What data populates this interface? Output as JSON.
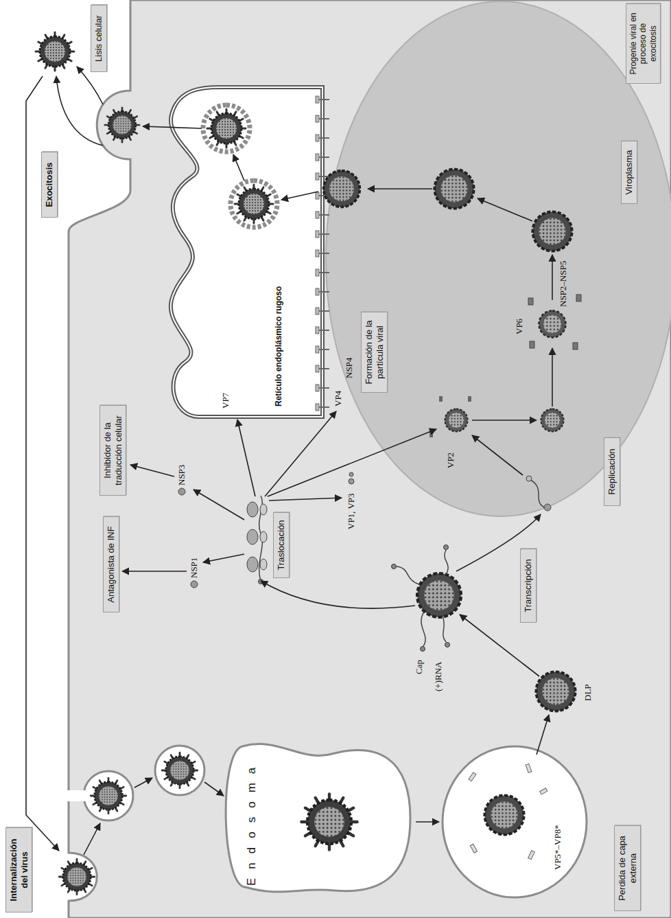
{
  "diagram": {
    "nodes": [
      {
        "text": [
          "Internalización del virus"
        ]
      },
      {
        "text": [
          "Antagonista de INF"
        ]
      },
      {
        "text": [
          "Inhibidor de la traducción celular"
        ]
      },
      {
        "text": [
          "Exocitosis"
        ]
      },
      {
        "text": [
          "Lisis celular"
        ]
      },
      {
        "text": [
          "Progenie viral en proceso de exocitosis"
        ]
      },
      {
        "text": [
          "Retículo endoplásmico rugoso"
        ]
      },
      {
        "text": [
          "Traslocación"
        ]
      },
      {
        "text": [
          "Formación de la partícula viral"
        ]
      },
      {
        "text": [
          "Viroplasma"
        ]
      },
      {
        "text": [
          "Replicación"
        ]
      },
      {
        "text": [
          "Transcripción"
        ]
      },
      {
        "text": [
          "Endosoma"
        ]
      },
      {
        "text": [
          "Perdida de capa externa"
        ]
      }
    ],
    "labels": [
      "NSP1",
      "NSP3",
      "VP7",
      "VP4",
      "NSP4",
      "VP2",
      "VP6",
      "NSP2–NSP5",
      "VP1, VP3",
      "Cap",
      "(+)RNA",
      "DLP",
      "VP5*–VP8*"
    ]
  }
}
